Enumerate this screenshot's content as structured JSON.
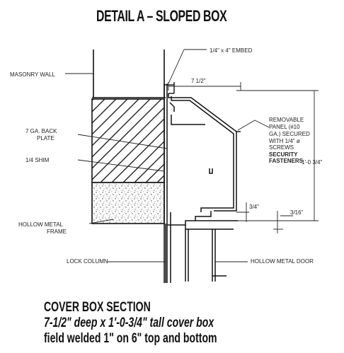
{
  "title": "DETAIL A – SLOPED BOX",
  "labels": {
    "embed": "1/4\" x 4\" EMBED",
    "masonry_wall": "MASONRY WALL",
    "depth": "7 1/2\"",
    "back_plate_1": "7 GA. BACK",
    "back_plate_2": "PLATE",
    "shim": "1/4 SHIM",
    "panel_1": "REMOVABLE",
    "panel_2": "PANEL (#10",
    "panel_3": "GA.) SECURED",
    "panel_4": "WITH 1/4\" ø",
    "panel_5": "SCREWS",
    "panel_6": "SECURITY",
    "panel_7": "FASTENERS",
    "height": "1'-0 3/4\"",
    "three_quarter": "3/4\"",
    "three_sixteenth": "3/16\"",
    "hollow_frame_1": "HOLLOW METAL",
    "hollow_frame_2": "FRAME",
    "lock_column": "LOCK COLUMN",
    "hollow_door": "HOLLOW METAL DOOR"
  },
  "caption": {
    "line1": "COVER BOX SECTION",
    "line2": "7-1/2\" deep x 1'-0-3/4\" tall cover box",
    "line3": "field welded 1\" on 6\" top and bottom"
  }
}
